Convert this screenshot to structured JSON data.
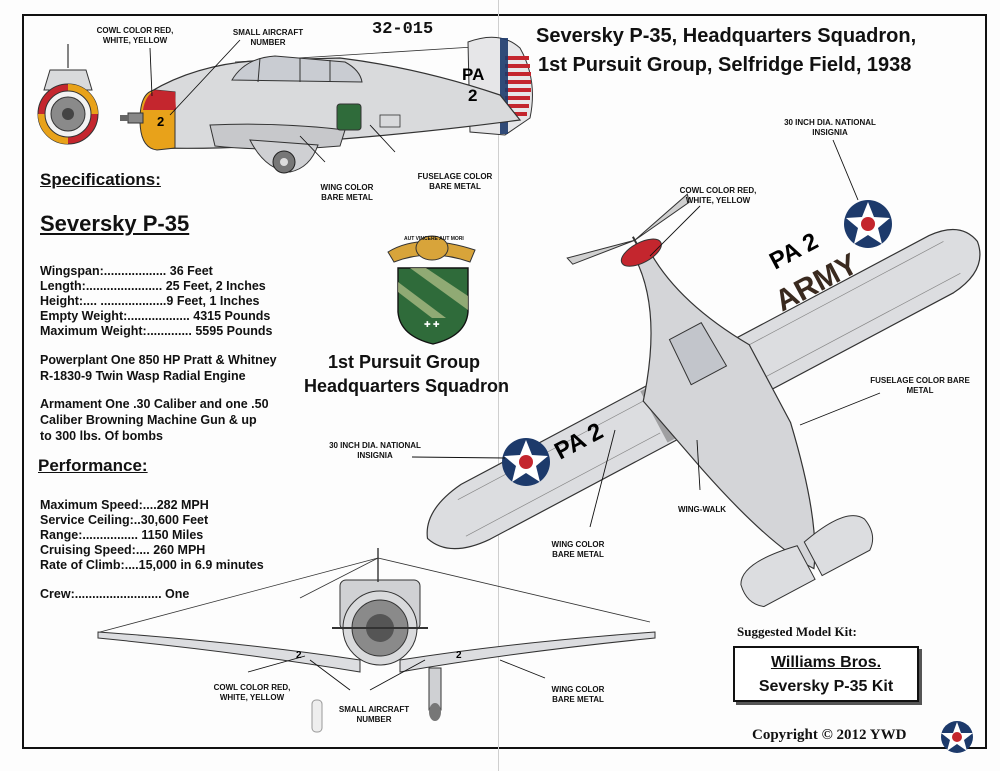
{
  "sheet": {
    "code": "32-015",
    "title_line1": "Seversky P-35, Headquarters Squadron,",
    "title_line2": "1st Pursuit Group, Selfridge Field, 1938"
  },
  "specs": {
    "heading": "Specifications:",
    "model": "Seversky P-35",
    "rows": [
      "Wingspan:.................. 36 Feet",
      "Length:...................... 25 Feet, 2 Inches",
      "Height:.... ...................9 Feet, 1 Inches",
      "Empty Weight:.................. 4315 Pounds",
      "Maximum Weight:............. 5595 Pounds"
    ],
    "powerplant": "Powerplant One 850 HP Pratt & Whitney R-1830-9 Twin Wasp Radial Engine",
    "armament": "Armament One .30 Caliber and one .50 Caliber Browning Machine Gun & up to 300 lbs. Of bombs"
  },
  "performance": {
    "heading": "Performance:",
    "rows": [
      "Maximum Speed:....282 MPH",
      "Service Ceiling:..30,600 Feet",
      "Range:................ 1150 Miles",
      "Cruising Speed:.... 260 MPH",
      "Rate of Climb:....15,000 in 6.9 minutes"
    ],
    "crew": "Crew:......................... One"
  },
  "unit": {
    "line1": "1st Pursuit Group",
    "line2": "Headquarters Squadron",
    "badge_motto": "AUT VINCERE AUT MORI"
  },
  "callouts": {
    "cowl_side": "COWL COLOR RED, WHITE, YELLOW",
    "small_number_side": "SMALL AIRCRAFT NUMBER",
    "wing_side": "WING COLOR BARE METAL",
    "fuselage_side": "FUSELAGE COLOR BARE METAL",
    "insignia_top": "30 INCH DIA. NATIONAL INSIGNIA",
    "cowl_top": "COWL COLOR RED, WHITE, YELLOW",
    "fuselage_top": "FUSELAGE COLOR BARE METAL",
    "insignia_left": "30 INCH DIA. NATIONAL INSIGNIA",
    "wing_walk": "WING-WALK",
    "wing_bottom": "WING COLOR BARE METAL",
    "cowl_front": "COWL COLOR RED, WHITE, YELLOW",
    "small_number_front": "SMALL AIRCRAFT NUMBER",
    "wing_front": "WING COLOR BARE METAL"
  },
  "markings": {
    "tail_code": "PA",
    "tail_number": "2",
    "fuselage_number": "2",
    "wing_code": "PA 2",
    "wing_army": "ARMY"
  },
  "kit": {
    "heading": "Suggested Model Kit:",
    "line1": "Williams Bros.",
    "line2": "Seversky P-35 Kit"
  },
  "copyright": "Copyright © 2012 YWD",
  "colors": {
    "metal": "#d9dadc",
    "metal_dark": "#9a9b9e",
    "red": "#c4262e",
    "yellow": "#e8a21a",
    "navy": "#1d3a6b",
    "badge_green": "#2f6b3a",
    "badge_gold": "#d8a43a"
  }
}
